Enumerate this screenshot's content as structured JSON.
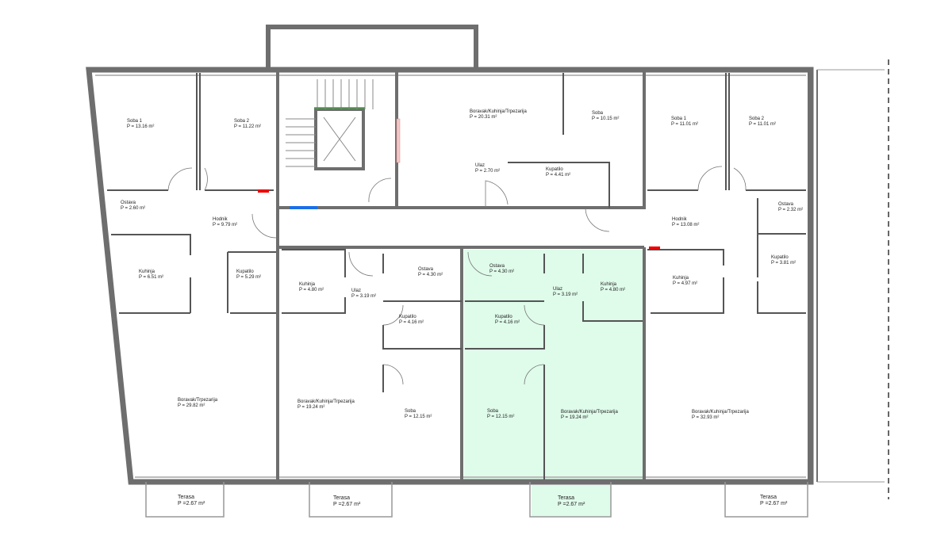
{
  "plan": {
    "highlight_color": "#dffbea",
    "wall_color": "#6e6e6e",
    "rooms": [
      {
        "name": "Soba 1",
        "area": "P = 13.16 m²"
      },
      {
        "name": "Soba 2",
        "area": "P = 11.22 m²"
      },
      {
        "name": "Ostava",
        "area": "P = 2.60 m²"
      },
      {
        "name": "Hodnik",
        "area": "P = 9.79 m²"
      },
      {
        "name": "Kuhinja",
        "area": "P = 6.51 m²"
      },
      {
        "name": "Kupatilo",
        "area": "P = 5.29 m²"
      },
      {
        "name": "Boravak/Trpezarija",
        "area": "P = 29.82 m²"
      },
      {
        "name": "Terasa",
        "area": "P =2.67 m²"
      },
      {
        "name": "Boravak/Kuhinja/Trpezarija",
        "area": "P = 20.31 m²"
      },
      {
        "name": "Ulaz",
        "area": "P = 2.70 m²"
      },
      {
        "name": "Soba",
        "area": "P = 10.15 m²"
      },
      {
        "name": "Kupatilo",
        "area": "P = 4.41 m²"
      },
      {
        "name": "Soba 1",
        "area": "P = 11.01 m²"
      },
      {
        "name": "Soba 2",
        "area": "P = 11.01 m²"
      },
      {
        "name": "Ostava",
        "area": "P = 2.32 m²"
      },
      {
        "name": "Hodnik",
        "area": "P = 13.08 m²"
      },
      {
        "name": "Kupatilo",
        "area": "P = 3.81 m²"
      },
      {
        "name": "Kuhinja",
        "area": "P = 4.97 m²"
      },
      {
        "name": "Boravak/Kuhinja/Trpezarija",
        "area": "P = 32.93 m²"
      },
      {
        "name": "Terasa",
        "area": "P =2.67 m²"
      },
      {
        "name": "Kuhinja",
        "area": "P = 4.80 m²"
      },
      {
        "name": "Ulaz",
        "area": "P = 3.19 m²"
      },
      {
        "name": "Ostava",
        "area": "P = 4.30 m²"
      },
      {
        "name": "Kupatilo",
        "area": "P = 4.16 m²"
      },
      {
        "name": "Soba",
        "area": "P = 12.15 m²"
      },
      {
        "name": "Boravak/Kuhinja/Trpezarija",
        "area": "P = 19.24 m²"
      },
      {
        "name": "Terasa",
        "area": "P =2.67 m²"
      },
      {
        "name": "Ostava",
        "area": "P = 4.30 m²"
      },
      {
        "name": "Ulaz",
        "area": "P = 3.19 m²"
      },
      {
        "name": "Kuhinja",
        "area": "P = 4.80 m²"
      },
      {
        "name": "Kupatilo",
        "area": "P = 4.16 m²"
      },
      {
        "name": "Soba",
        "area": "P = 12.15 m²"
      },
      {
        "name": "Boravak/Kuhinja/Trpezarija",
        "area": "P = 19.24 m²"
      },
      {
        "name": "Terasa",
        "area": "P =2.67 m²"
      }
    ]
  }
}
